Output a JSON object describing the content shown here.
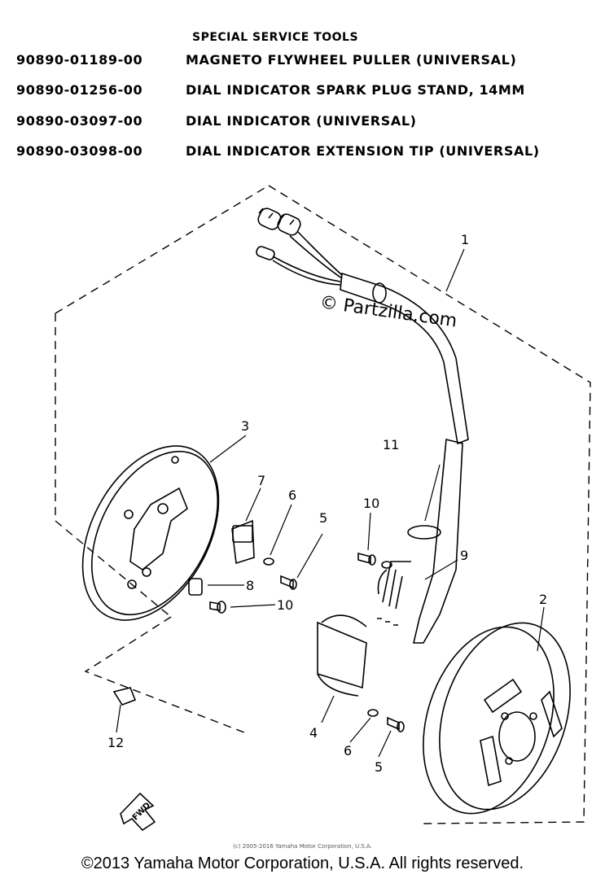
{
  "tools": {
    "title": "SPECIAL SERVICE TOOLS",
    "items": [
      {
        "number": "90890-01189-00",
        "name": "MAGNETO FLYWHEEL PULLER (UNIVERSAL)"
      },
      {
        "number": "90890-01256-00",
        "name": "DIAL INDICATOR SPARK PLUG STAND, 14MM"
      },
      {
        "number": "90890-03097-00",
        "name": "DIAL INDICATOR (UNIVERSAL)"
      },
      {
        "number": "90890-03098-00",
        "name": "DIAL INDICATOR EXTENSION TIP (UNIVERSAL)"
      }
    ]
  },
  "diagram": {
    "callouts": {
      "c1": "1",
      "c2": "2",
      "c3": "3",
      "c4": "4",
      "c5a": "5",
      "c5b": "5",
      "c6a": "6",
      "c6b": "6",
      "c7": "7",
      "c8": "8",
      "c9": "9",
      "c10a": "10",
      "c10b": "10",
      "c11": "11",
      "c12": "12"
    },
    "fwd_label": "FWD",
    "watermark": "© Partzilla.com"
  },
  "footer": {
    "small_copyright": "(c) 2005-2016 Yamaha Motor Corporation, U.S.A.",
    "copyright": "©2013 Yamaha Motor Corporation, U.S.A. All rights reserved."
  }
}
